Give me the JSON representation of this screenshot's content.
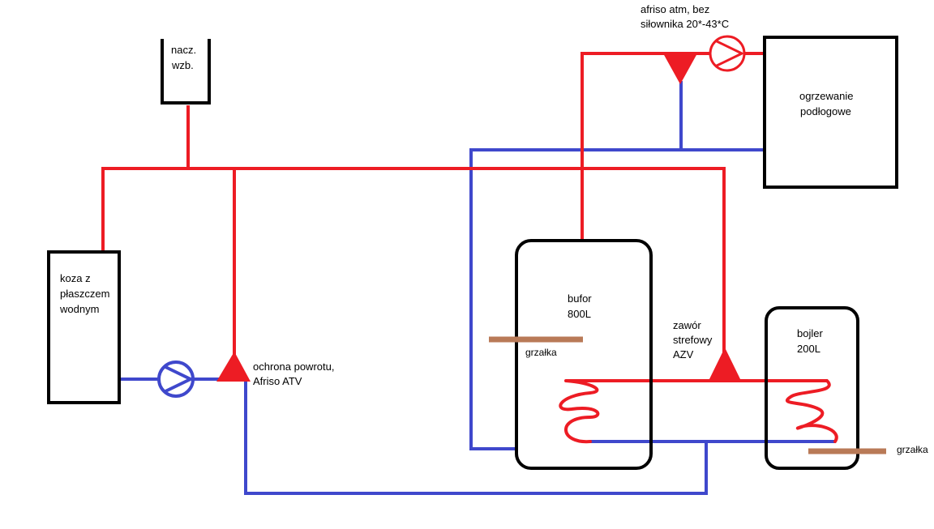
{
  "colors": {
    "supply": "#ed1c24",
    "return": "#3f48cc",
    "outline": "#000000",
    "heater": "#b97a57"
  },
  "labels": {
    "expansion_tank": [
      "nacz.",
      "wzb."
    ],
    "stove": [
      "koza z",
      "płaszczem",
      "wodnym"
    ],
    "return_protection": [
      "ochrona powrotu,",
      "Afriso ATV"
    ],
    "mixing_valve": [
      "afriso atm, bez",
      "siłownika 20*-43*C"
    ],
    "floor_heating": [
      "ogrzewanie",
      "podłogowe"
    ],
    "buffer": [
      "bufor",
      "800L"
    ],
    "buffer_heater": "grzałka",
    "zone_valve": [
      "zawór",
      "strefowy",
      "AZV"
    ],
    "boiler": [
      "bojler",
      "200L"
    ],
    "boiler_heater": "grzałka"
  },
  "icons": {
    "stove_pump": "pump-icon",
    "floor_pump": "pump-icon",
    "return_valve": "valve-triangle-icon",
    "mixing_valve": "valve-triangle-icon",
    "zone_valve": "valve-triangle-icon"
  }
}
